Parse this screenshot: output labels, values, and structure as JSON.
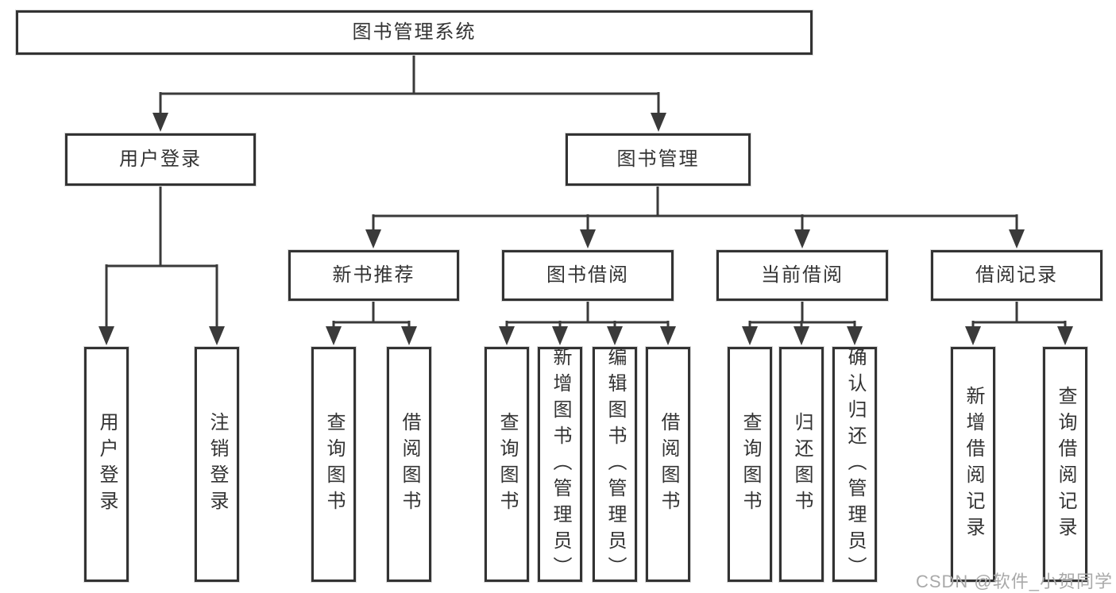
{
  "diagram": {
    "root": {
      "label": "图书管理系统",
      "children": [
        {
          "label": "用户登录",
          "children": [
            {
              "label": "用户登录"
            },
            {
              "label": "注销登录"
            }
          ]
        },
        {
          "label": "图书管理",
          "children": [
            {
              "label": "新书推荐",
              "children": [
                {
                  "label": "查询图书"
                },
                {
                  "label": "借阅图书"
                }
              ]
            },
            {
              "label": "图书借阅",
              "children": [
                {
                  "label": "查询图书"
                },
                {
                  "label": "新增图书（管理员）"
                },
                {
                  "label": "编辑图书（管理员）"
                },
                {
                  "label": "借阅图书"
                }
              ]
            },
            {
              "label": "当前借阅",
              "children": [
                {
                  "label": "查询图书"
                },
                {
                  "label": "归还图书"
                },
                {
                  "label": "确认归还（管理员）"
                }
              ]
            },
            {
              "label": "借阅记录",
              "children": [
                {
                  "label": "新增借阅记录"
                },
                {
                  "label": "查询借阅记录"
                }
              ]
            }
          ]
        }
      ]
    }
  },
  "watermark": {
    "text": "CSDN @软件_小贺同学"
  },
  "colors": {
    "ink": "#333333",
    "line": "#3a3a3a",
    "background": "#ffffff",
    "watermark": "#a9a9a9"
  }
}
